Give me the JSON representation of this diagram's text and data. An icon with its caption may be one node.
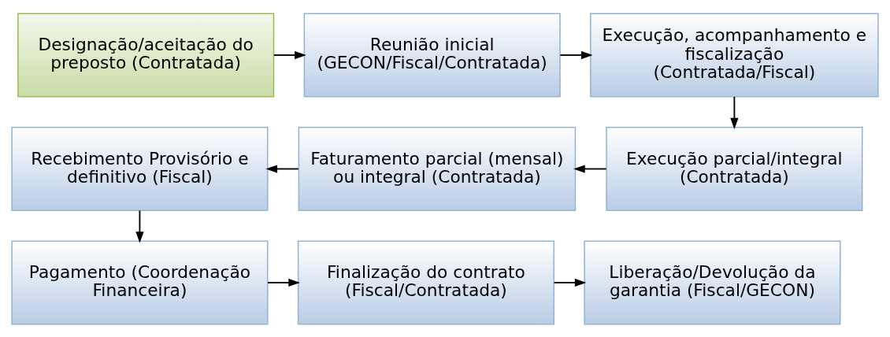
{
  "diagram": {
    "nodes": [
      {
        "text": [
          "Designação/aceitação do preposto (Contratada)"
        ]
      },
      {
        "text": [
          "Reunião inicial (GECON/Fiscal/Contratada)"
        ]
      },
      {
        "text": [
          "Execução, acompanhamento e fiscalização (Contratada/Fiscal)"
        ]
      },
      {
        "text": [
          "Execução parcial/integral (Contratada)"
        ]
      },
      {
        "text": [
          "Faturamento parcial (mensal) ou integral (Contratada)"
        ]
      },
      {
        "text": [
          "Recebimento Provisório e definitivo (Fiscal)"
        ]
      },
      {
        "text": [
          "Pagamento (Coordenação Financeira)"
        ]
      },
      {
        "text": [
          "Finalização do contrato (Fiscal/Contratada)"
        ]
      },
      {
        "text": [
          "Liberação/Devolução da garantia (Fiscal/GECON)"
        ]
      }
    ],
    "edges": [
      {
        "from": 0,
        "to": 1,
        "arrow": "to"
      },
      {
        "from": 1,
        "to": 2,
        "arrow": "to"
      },
      {
        "from": 2,
        "to": 3,
        "arrow": "to"
      },
      {
        "from": 3,
        "to": 4,
        "arrow": "to"
      },
      {
        "from": 4,
        "to": 5,
        "arrow": "to"
      },
      {
        "from": 5,
        "to": 6,
        "arrow": "to"
      },
      {
        "from": 6,
        "to": 7,
        "arrow": "to"
      },
      {
        "from": 7,
        "to": 8,
        "arrow": "to"
      }
    ]
  }
}
